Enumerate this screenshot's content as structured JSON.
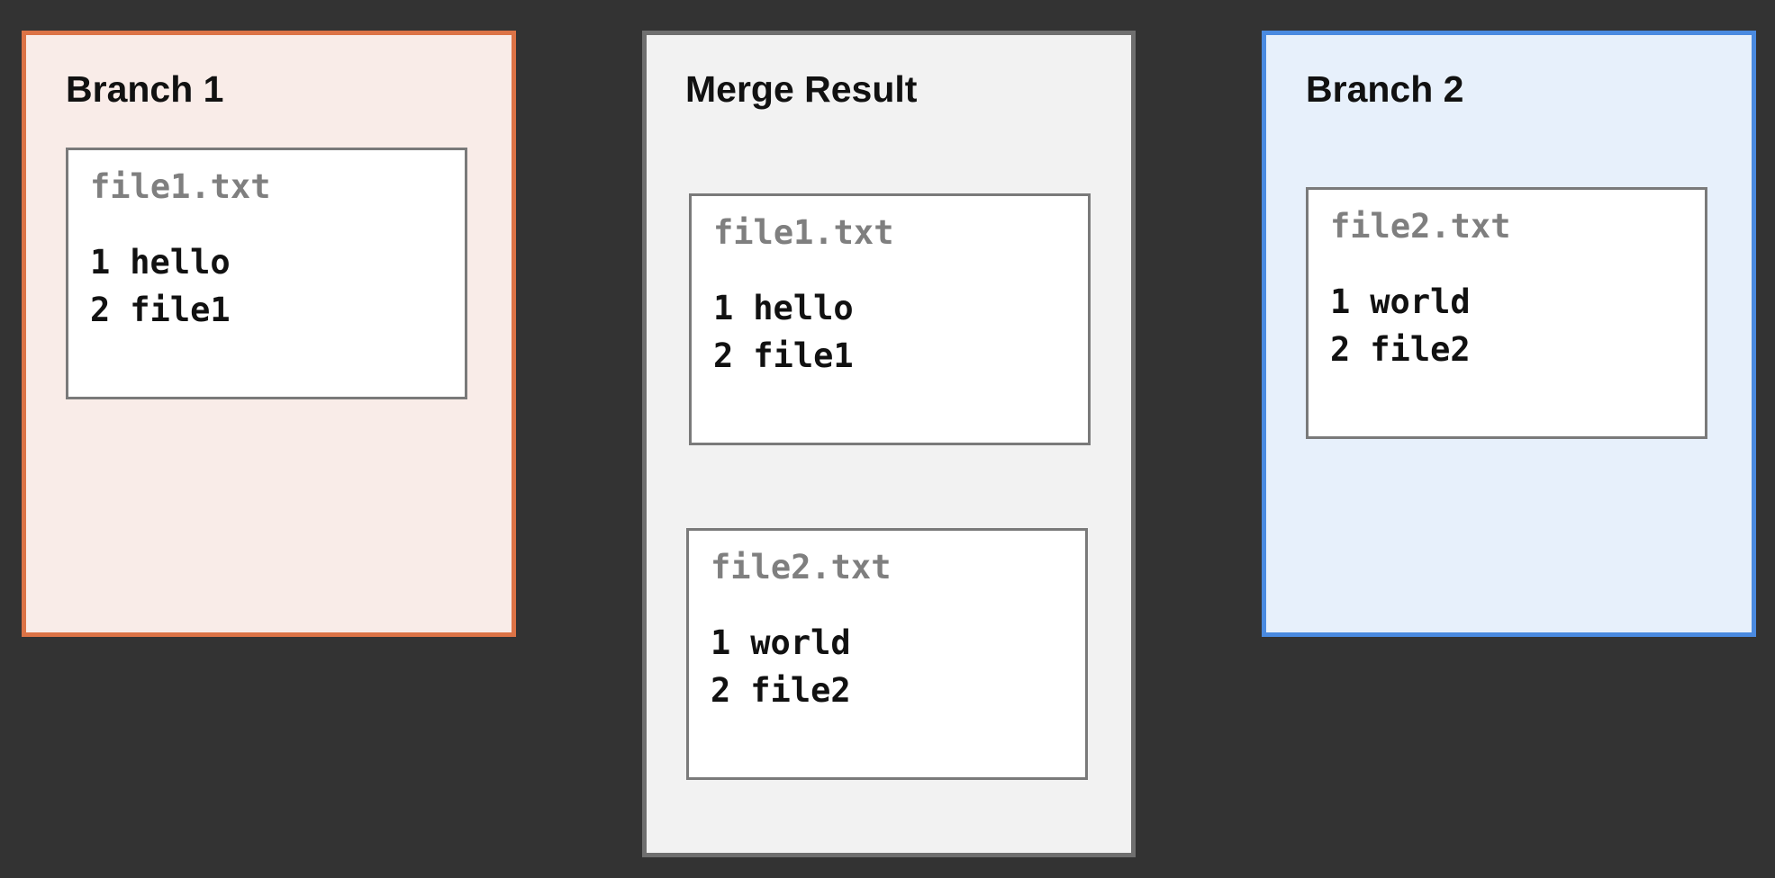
{
  "panels": {
    "branch1": {
      "title": "Branch 1",
      "files": [
        {
          "name": "file1.txt",
          "lines": [
            {
              "num": "1",
              "text": "hello"
            },
            {
              "num": "2",
              "text": "file1"
            }
          ]
        }
      ]
    },
    "merge": {
      "title": "Merge Result",
      "files": [
        {
          "name": "file1.txt",
          "lines": [
            {
              "num": "1",
              "text": "hello"
            },
            {
              "num": "2",
              "text": "file1"
            }
          ]
        },
        {
          "name": "file2.txt",
          "lines": [
            {
              "num": "1",
              "text": "world"
            },
            {
              "num": "2",
              "text": "file2"
            }
          ]
        }
      ]
    },
    "branch2": {
      "title": "Branch 2",
      "files": [
        {
          "name": "file2.txt",
          "lines": [
            {
              "num": "1",
              "text": "world"
            },
            {
              "num": "2",
              "text": "file2"
            }
          ]
        }
      ]
    }
  },
  "colors": {
    "background": "#333333",
    "branch1_border": "#dc7346",
    "branch1_fill": "#f9ece8",
    "merge_border": "#6f6f6f",
    "merge_fill": "#f2f2f2",
    "branch2_border": "#4a8ae0",
    "branch2_fill": "#e7f0fb"
  }
}
